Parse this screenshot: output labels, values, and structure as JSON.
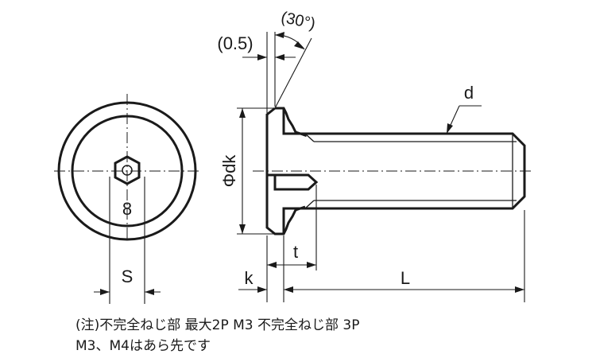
{
  "labels": {
    "chamfer_angle": "(30°)",
    "offset": "(0.5)",
    "thread_diameter": "d",
    "head_diameter": "Φdk",
    "socket_depth": "t",
    "head_height": "k",
    "length": "L",
    "socket_width": "S",
    "socket_mark": "8"
  },
  "notes": {
    "line1": "(注)不完全ねじ部 最大2P M3 不完全ねじ部 3P",
    "line2": "M3、M4はあら先です"
  }
}
